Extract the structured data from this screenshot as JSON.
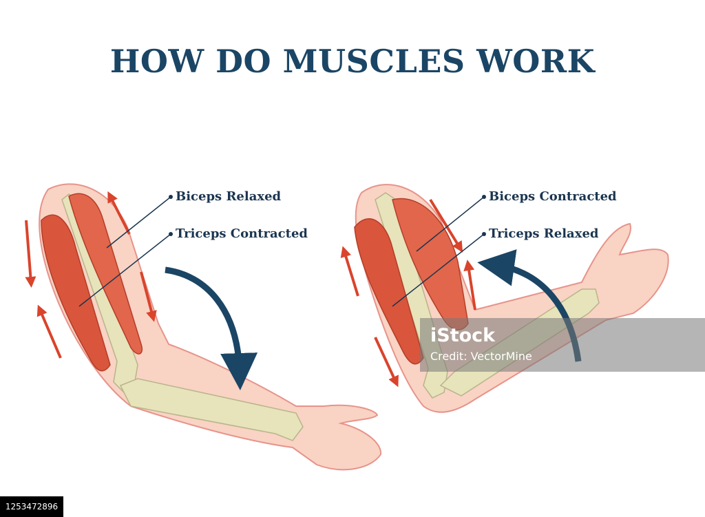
{
  "title": "HOW DO MUSCLES WORK",
  "left_arm": {
    "label_top": "Biceps Relaxed",
    "label_bottom": "Triceps Contracted"
  },
  "right_arm": {
    "label_top": "Biceps Contracted",
    "label_bottom": "Triceps Relaxed"
  },
  "watermark": {
    "logo": "iStock",
    "credit": "Credit: VectorMine"
  },
  "stock_id": "1253472896",
  "colors": {
    "title": "#1b4565",
    "muscle": "#d9553b",
    "arrow_red": "#d9442c",
    "arrow_blue": "#1b4565",
    "skin": "#f9d3c4",
    "bone": "#e7e3bb"
  }
}
